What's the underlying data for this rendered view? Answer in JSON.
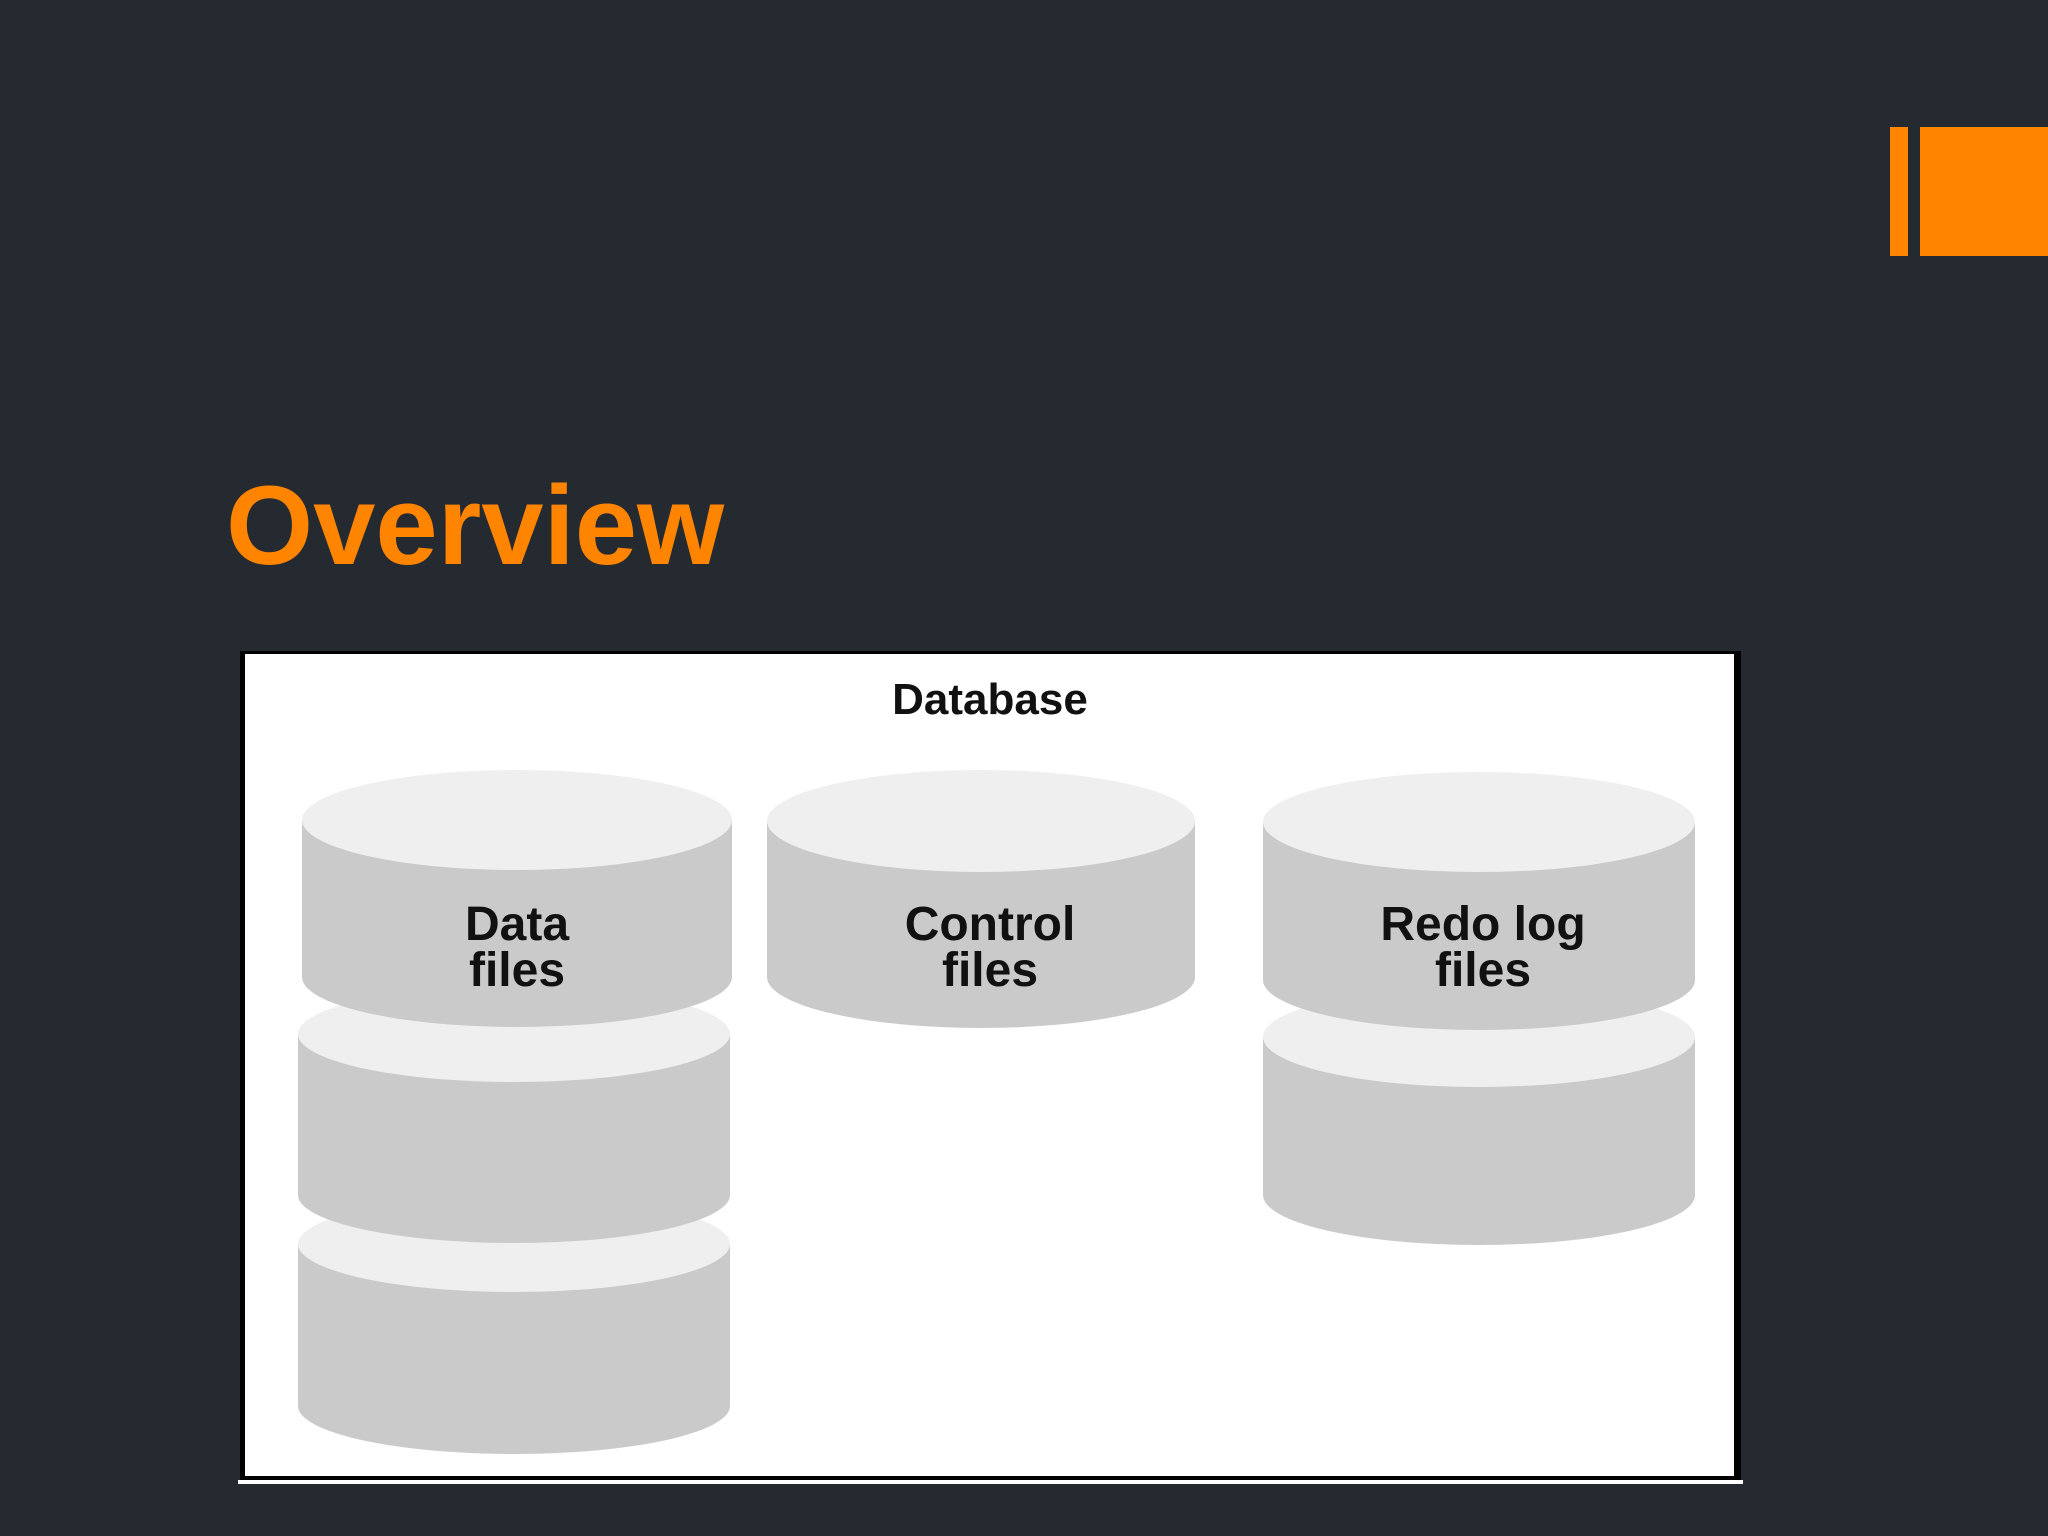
{
  "slide": {
    "title": "Overview",
    "accent_color": "#ff8400",
    "background_color": "#252a31"
  },
  "diagram": {
    "heading": "Database",
    "groups": [
      {
        "id": "data-files",
        "line1": "Data",
        "line2": "files",
        "stack_count": 3
      },
      {
        "id": "control-files",
        "line1": "Control",
        "line2": "files",
        "stack_count": 1
      },
      {
        "id": "redo-log-files",
        "line1": "Redo log",
        "line2": "files",
        "stack_count": 2
      }
    ],
    "cylinder_body_color": "#cacaca",
    "cylinder_top_color": "#efefef",
    "label_color": "#111111"
  }
}
